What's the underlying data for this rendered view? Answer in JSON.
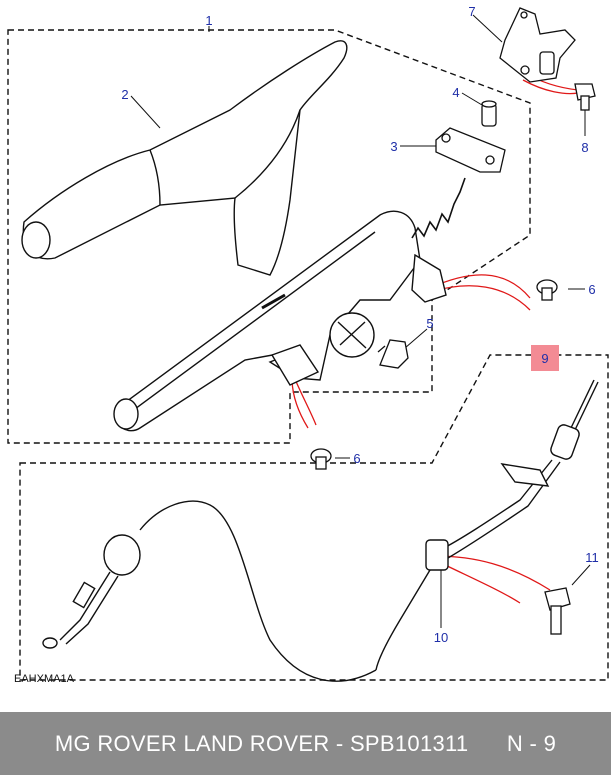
{
  "diagram": {
    "callouts": {
      "c1": "1",
      "c2": "2",
      "c3": "3",
      "c4": "4",
      "c5": "5",
      "c6a": "6",
      "c6b": "6",
      "c7": "7",
      "c8": "8",
      "c9": "9",
      "c10": "10",
      "c11": "11"
    },
    "highlight_color": "#f38b94",
    "callout_color": "#1f2fa8",
    "leader_color": "#e01818",
    "drawing_code": "EAHXMA1A"
  },
  "footer": {
    "text": "MG ROVER LAND ROVER - SPB101311      N - 9",
    "background": "#8b8b8b"
  }
}
